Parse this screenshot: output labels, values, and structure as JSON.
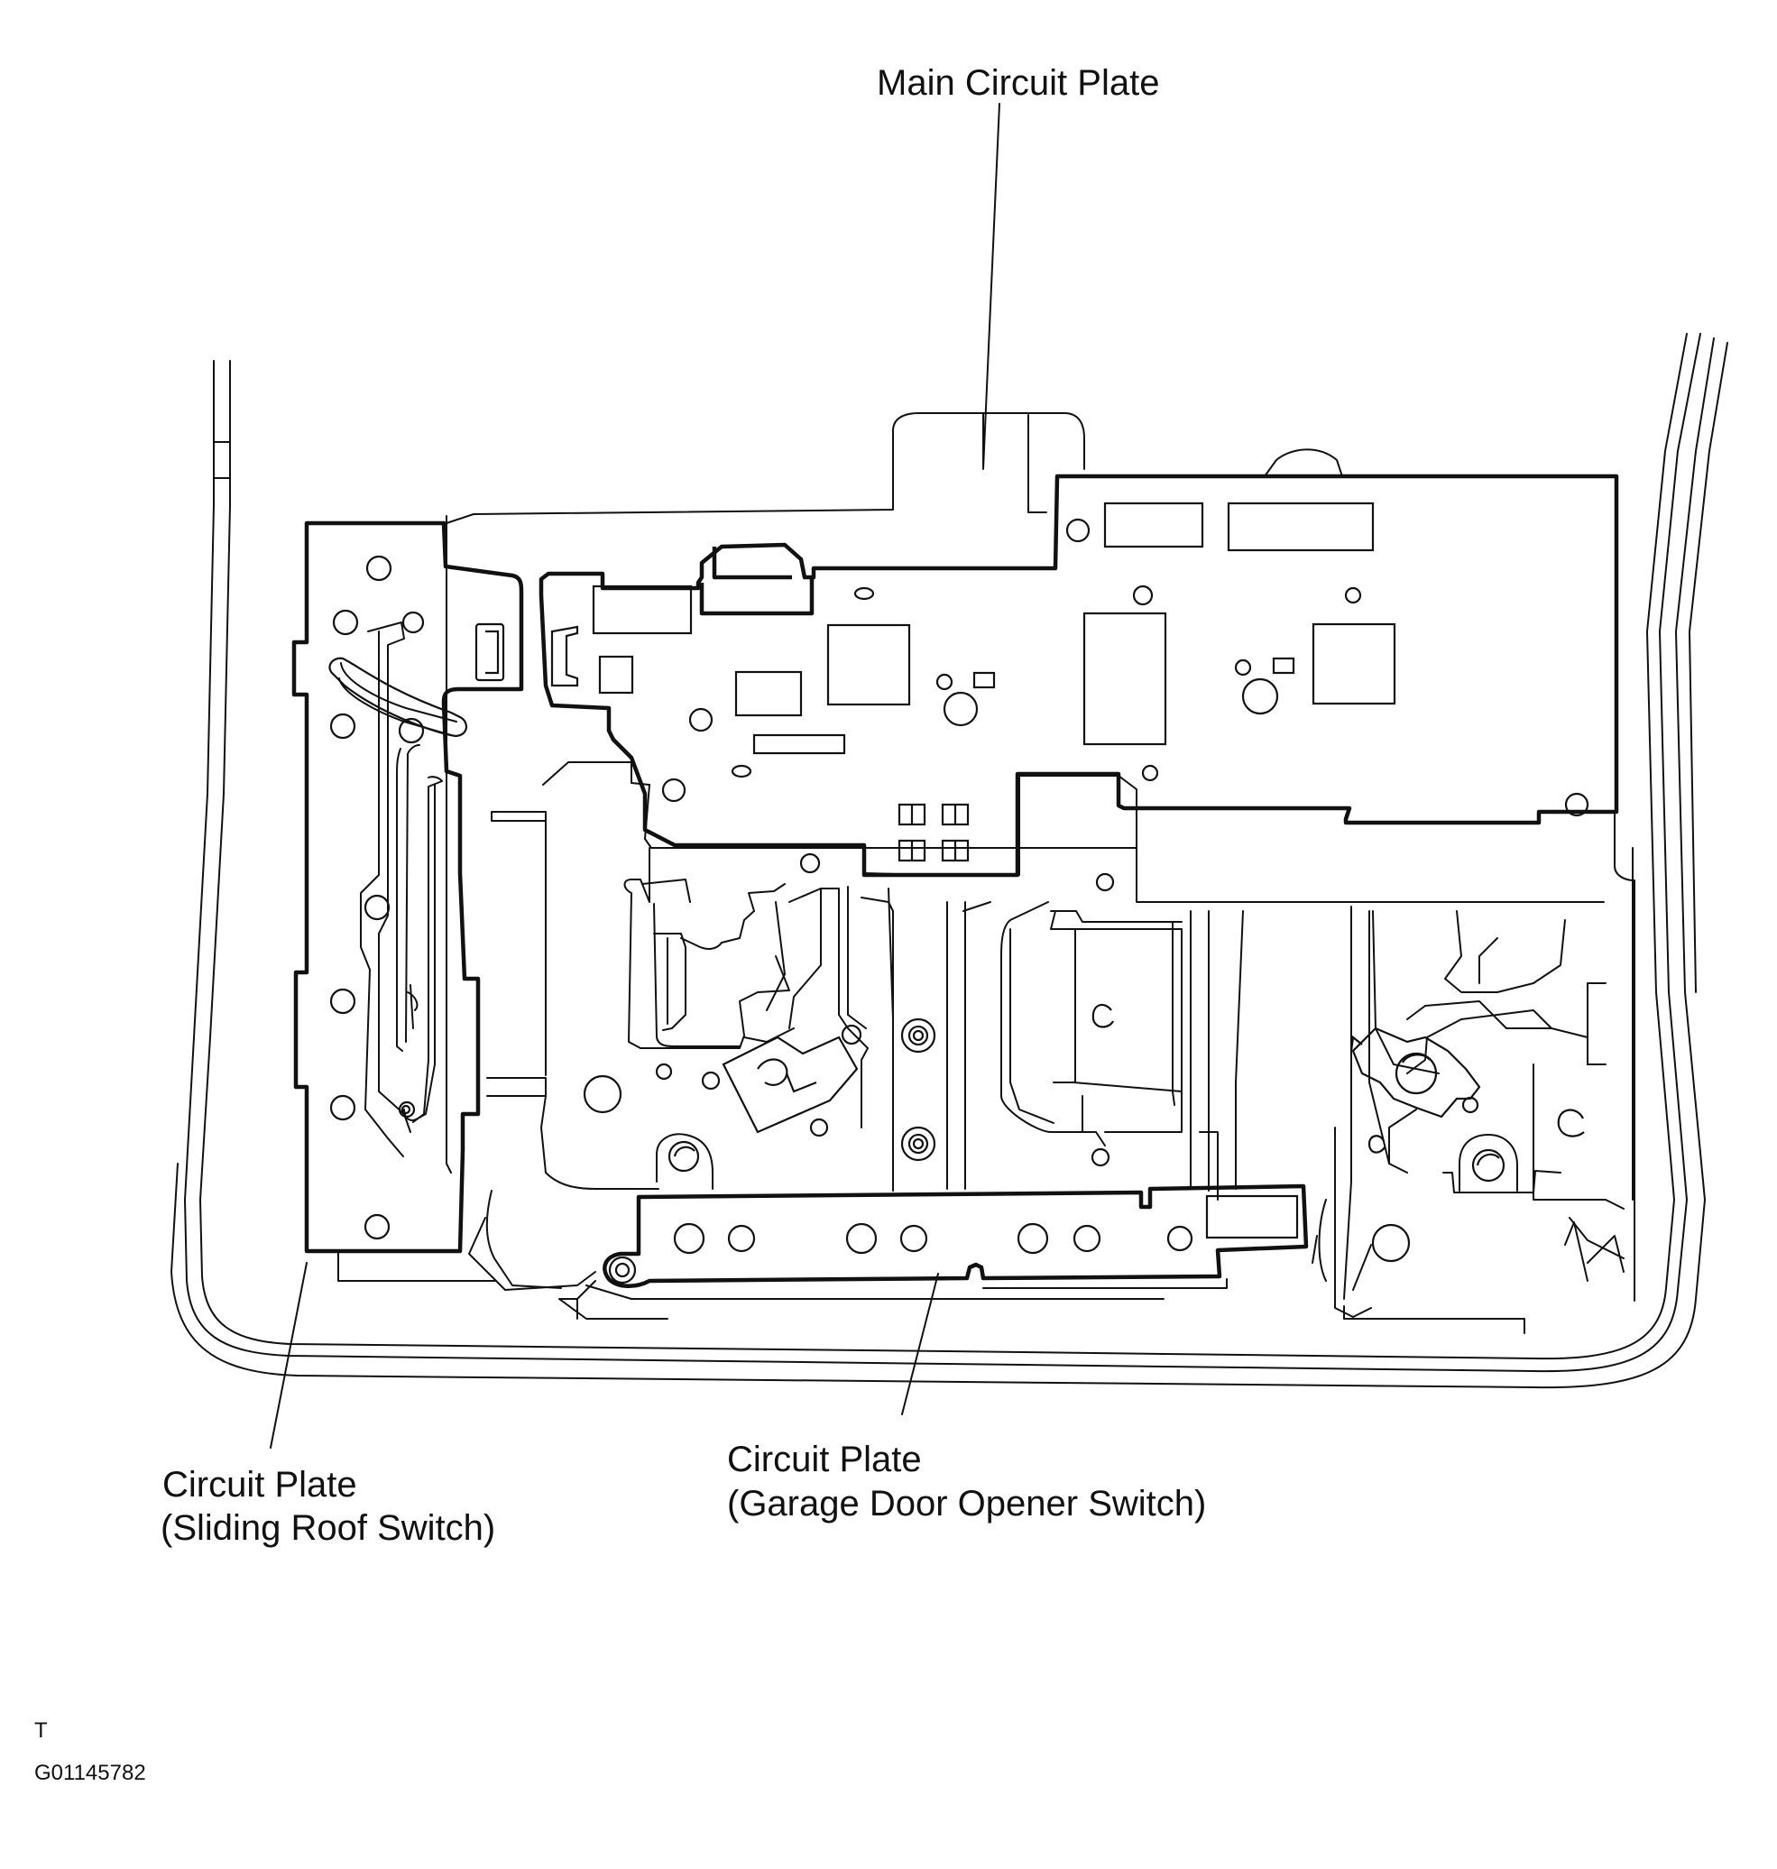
{
  "labels": {
    "main_circuit_plate": "Main Circuit Plate",
    "sliding_roof_line1": "Circuit Plate",
    "sliding_roof_line2": "(Sliding Roof Switch)",
    "garage_line1": "Circuit Plate",
    "garage_line2": "(Garage Door Opener Switch)"
  },
  "footer": {
    "view_letter": "T",
    "figure_code": "G01145782"
  },
  "colors": {
    "line": "#111111",
    "background": "#ffffff"
  }
}
